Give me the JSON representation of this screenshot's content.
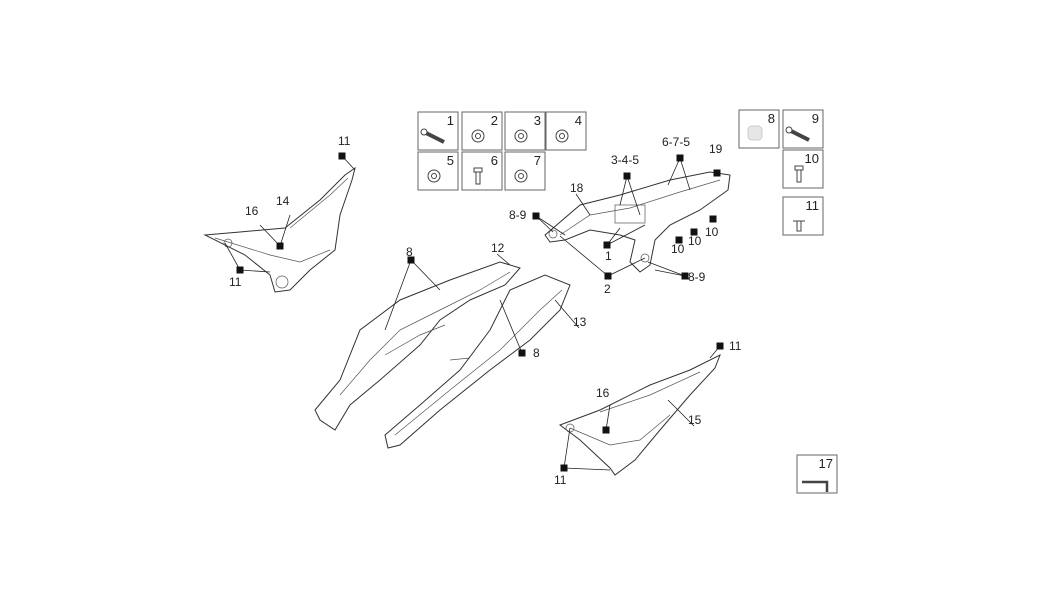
{
  "diagram": {
    "hardware_boxes": [
      {
        "label": "1",
        "icon": "bolt-icon"
      },
      {
        "label": "2",
        "icon": "grommet-icon"
      },
      {
        "label": "3",
        "icon": "nut-icon"
      },
      {
        "label": "4",
        "icon": "clip-nut-icon"
      },
      {
        "label": "5",
        "icon": "spacer-icon"
      },
      {
        "label": "6",
        "icon": "screw-icon"
      },
      {
        "label": "7",
        "icon": "washer-icon"
      },
      {
        "label": "8",
        "icon": "rubber-plug-icon"
      },
      {
        "label": "9",
        "icon": "self-tapping-screw-icon"
      },
      {
        "label": "10",
        "icon": "screw-icon"
      },
      {
        "label": "11",
        "icon": "rivet-icon"
      },
      {
        "label": "17",
        "icon": "hex-key-icon"
      }
    ],
    "callouts": [
      "11",
      "14",
      "16",
      "11",
      "8",
      "12",
      "13",
      "8",
      "3-4-5",
      "6-7-5",
      "19",
      "18",
      "8-9",
      "1",
      "2",
      "10",
      "10",
      "10",
      "8-9",
      "11",
      "16",
      "15",
      "11"
    ]
  }
}
